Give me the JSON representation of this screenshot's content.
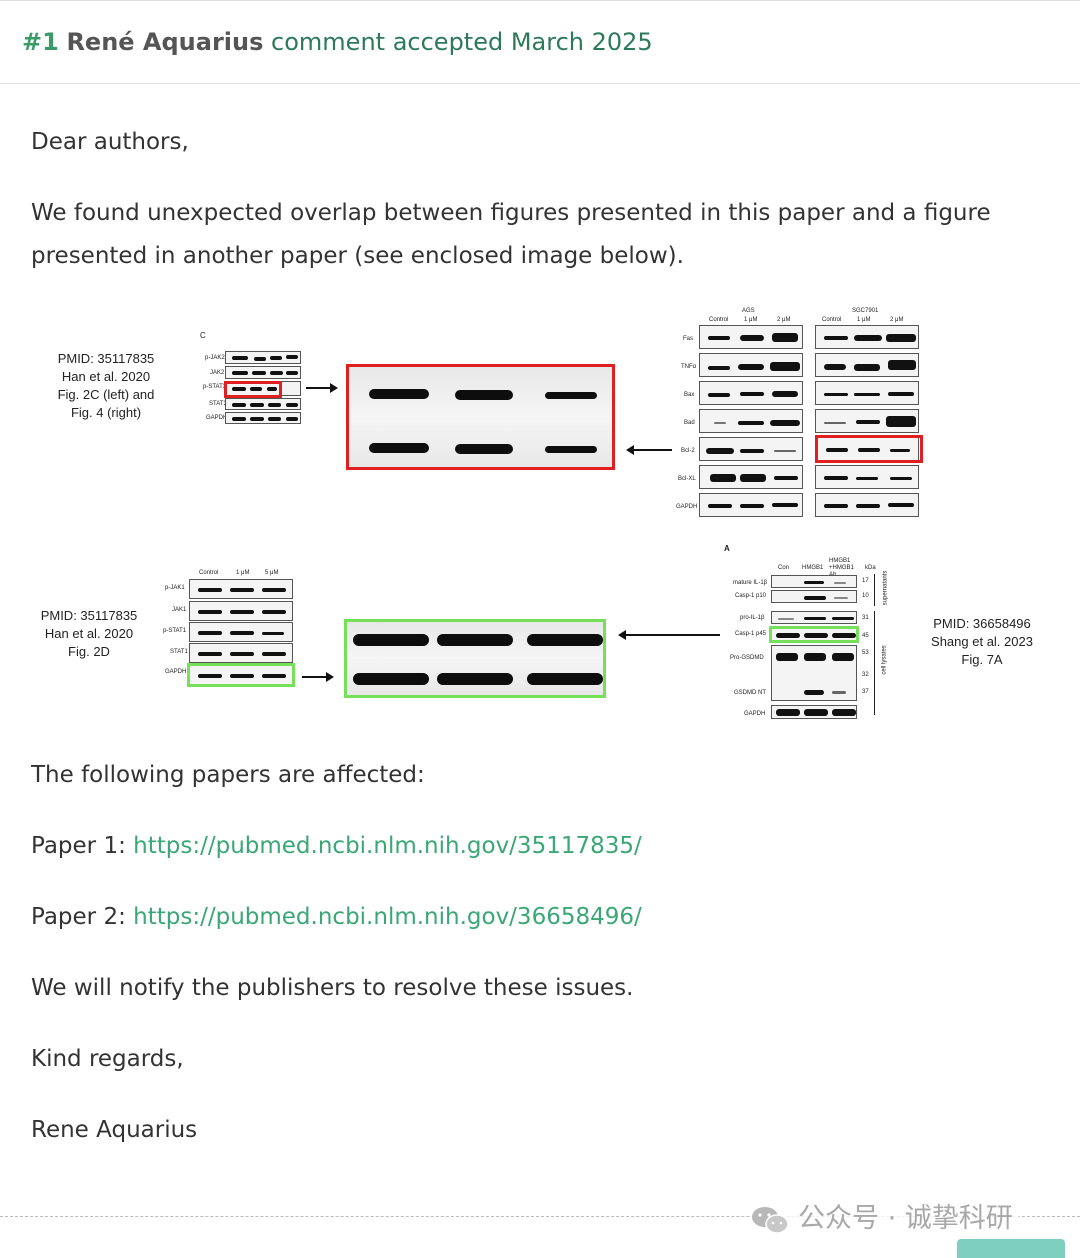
{
  "header": {
    "number": "#1",
    "author": "René Aquarius",
    "status": "comment accepted March 2025"
  },
  "body": {
    "greeting": "Dear authors,",
    "intro_line1": "We found unexpected overlap between figures presented in this paper and a figure",
    "intro_line2": "presented in another paper (see enclosed image below).",
    "affected": "The following papers are affected:",
    "paper1_label": "Paper 1: ",
    "paper1_url": "https://pubmed.ncbi.nlm.nih.gov/35117835/",
    "paper2_label": "Paper 2: ",
    "paper2_url": "https://pubmed.ncbi.nlm.nih.gov/36658496/",
    "notify": "We will notify the publishers to resolve these issues.",
    "closing": "Kind regards,",
    "signature": "Rene Aquarius"
  },
  "figure": {
    "top_caption": [
      "PMID: 35117835",
      "Han et al. 2020",
      "Fig. 2C (left) and",
      "Fig. 4 (right)"
    ],
    "bottom_left_caption": [
      "PMID: 35117835",
      "Han et al. 2020",
      "Fig. 2D"
    ],
    "bottom_right_caption": [
      "PMID: 36658496",
      "Shang et al. 2023",
      "Fig. 7A"
    ],
    "panel_c_letter": "C",
    "panel_c_rows": [
      "p-JAK2",
      "JAK2",
      "p-STAT3",
      "STAT3",
      "GAPDH"
    ],
    "fig4_groups": [
      "AGS",
      "SGC7901"
    ],
    "fig4_columns": [
      "Control",
      "1 μM",
      "2 μM"
    ],
    "fig4_rows": [
      "Fas",
      "TNFα",
      "Bax",
      "Bad",
      "Bcl-2",
      "Bcl-XL",
      "GAPDH"
    ],
    "fig2d_columns": [
      "Control",
      "1 μM",
      "5 μM"
    ],
    "fig2d_rows": [
      "p-JAK1",
      "JAK1",
      "p-STAT1",
      "STAT1",
      "GAPDH"
    ],
    "panel_a_letter": "A",
    "fig7a_columns": [
      "Con",
      "HMGB1",
      "HMGB1 +HMGB1 Ab",
      "kDa"
    ],
    "fig7a_rows": [
      "mature IL-1β",
      "Casp-1 p10",
      "pro-IL-1β",
      "Casp-1 p45",
      "Pro-GSDMD",
      "GSDMD NT",
      "GAPDH"
    ],
    "fig7a_kda": [
      "17",
      "10",
      "31",
      "45",
      "53",
      "32",
      "37"
    ],
    "fig7a_side": [
      "supernatants",
      "cell lysates"
    ]
  },
  "watermark": "公众号 · 诚挚科研"
}
